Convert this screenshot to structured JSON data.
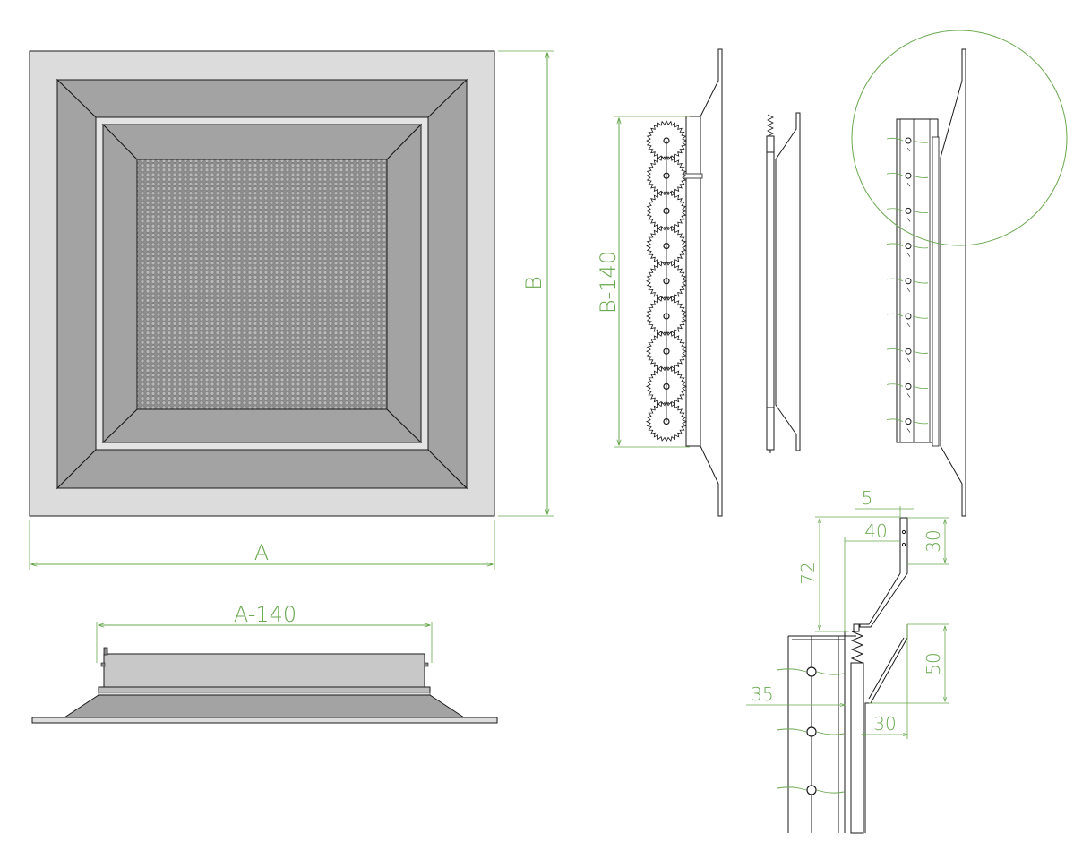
{
  "colors": {
    "dimension": "#6aa84f",
    "outline": "#1a1a1a",
    "outer_frame": "#dcdcdc",
    "bevel": "#a3a3a3",
    "perforation": "#9c9c9c",
    "body": "#c8c8c8"
  },
  "front_view": {
    "width_label": "A",
    "height_label": "B"
  },
  "bottom_view": {
    "width_label": "A-140"
  },
  "section_view": {
    "height_label": "B-140"
  },
  "detail": {
    "dim_5": "5",
    "dim_40": "40",
    "dim_30_top": "30",
    "dim_72": "72",
    "dim_50": "50",
    "dim_35": "35",
    "dim_30_bottom": "30"
  }
}
